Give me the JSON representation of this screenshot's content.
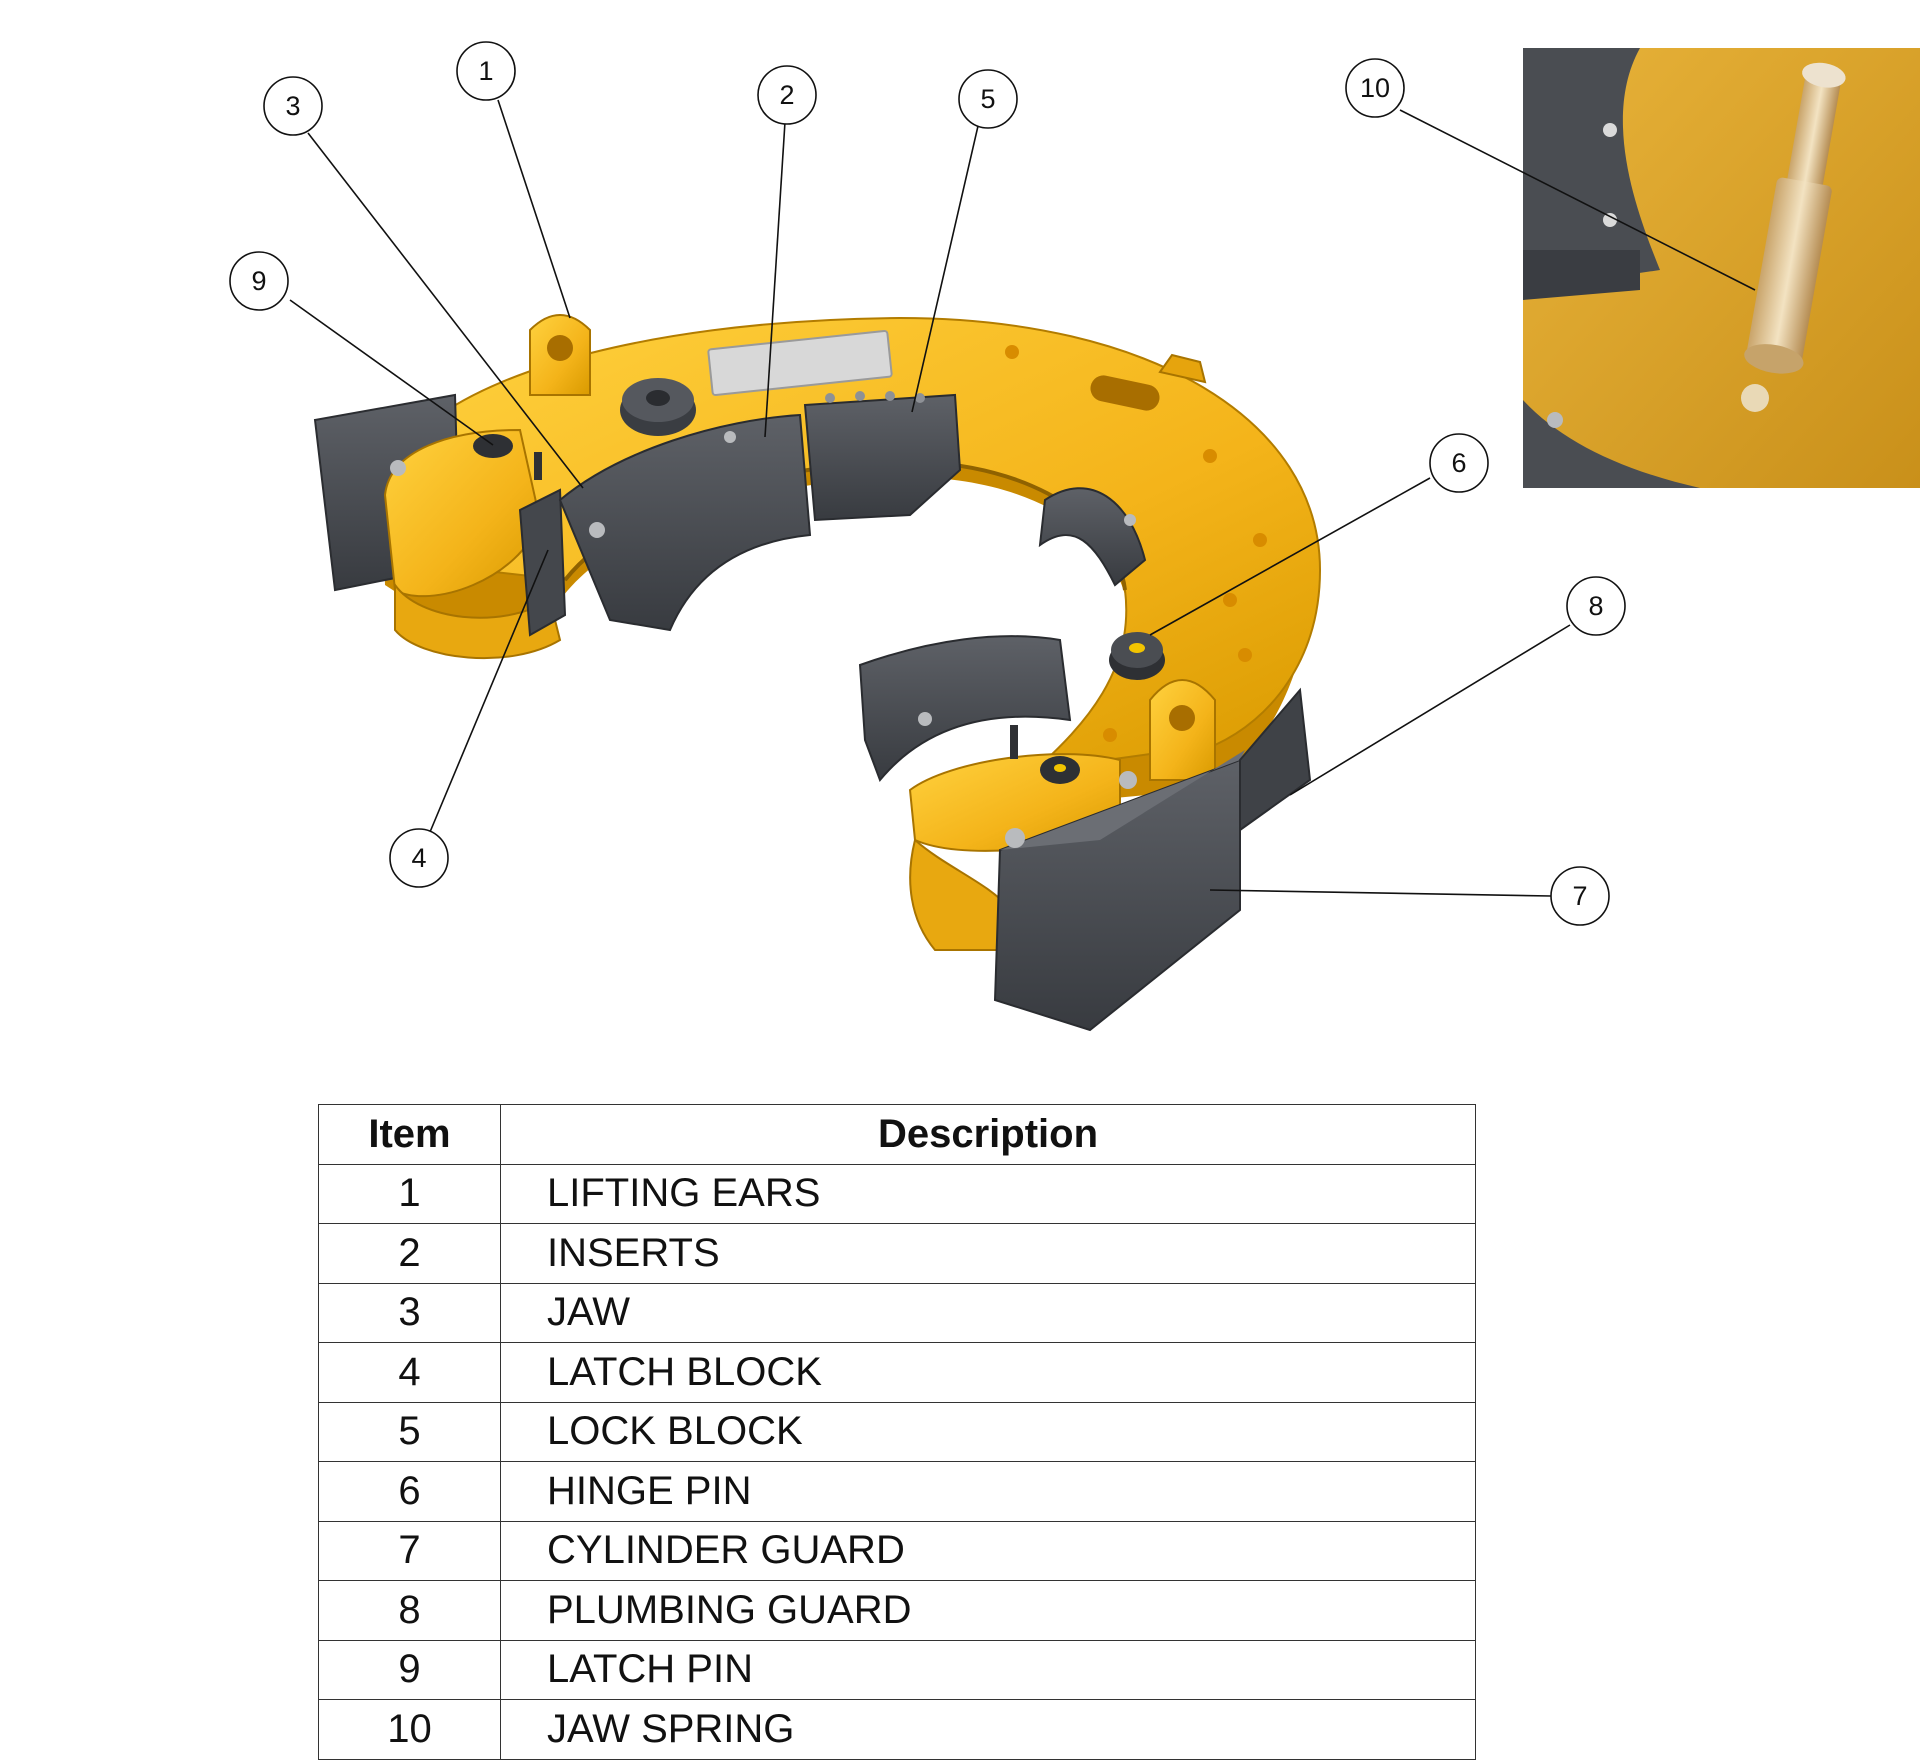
{
  "palette": {
    "yellow": "#F4B41A",
    "yellow_dark": "#C98A00",
    "steel_dark": "#3C3F44",
    "steel_mid": "#55585E",
    "steel_light": "#6B6E74"
  },
  "callouts": [
    "1",
    "2",
    "3",
    "4",
    "5",
    "6",
    "7",
    "8",
    "9",
    "10"
  ],
  "table": {
    "headers": [
      "Item",
      "Description"
    ],
    "rows": [
      {
        "item": "1",
        "description": "LIFTING EARS"
      },
      {
        "item": "2",
        "description": "INSERTS"
      },
      {
        "item": "3",
        "description": "JAW"
      },
      {
        "item": "4",
        "description": "LATCH BLOCK"
      },
      {
        "item": "5",
        "description": "LOCK BLOCK"
      },
      {
        "item": "6",
        "description": "HINGE PIN"
      },
      {
        "item": "7",
        "description": "CYLINDER GUARD"
      },
      {
        "item": "8",
        "description": "PLUMBING GUARD"
      },
      {
        "item": "9",
        "description": "LATCH PIN"
      },
      {
        "item": "10",
        "description": "JAW SPRING"
      }
    ]
  }
}
